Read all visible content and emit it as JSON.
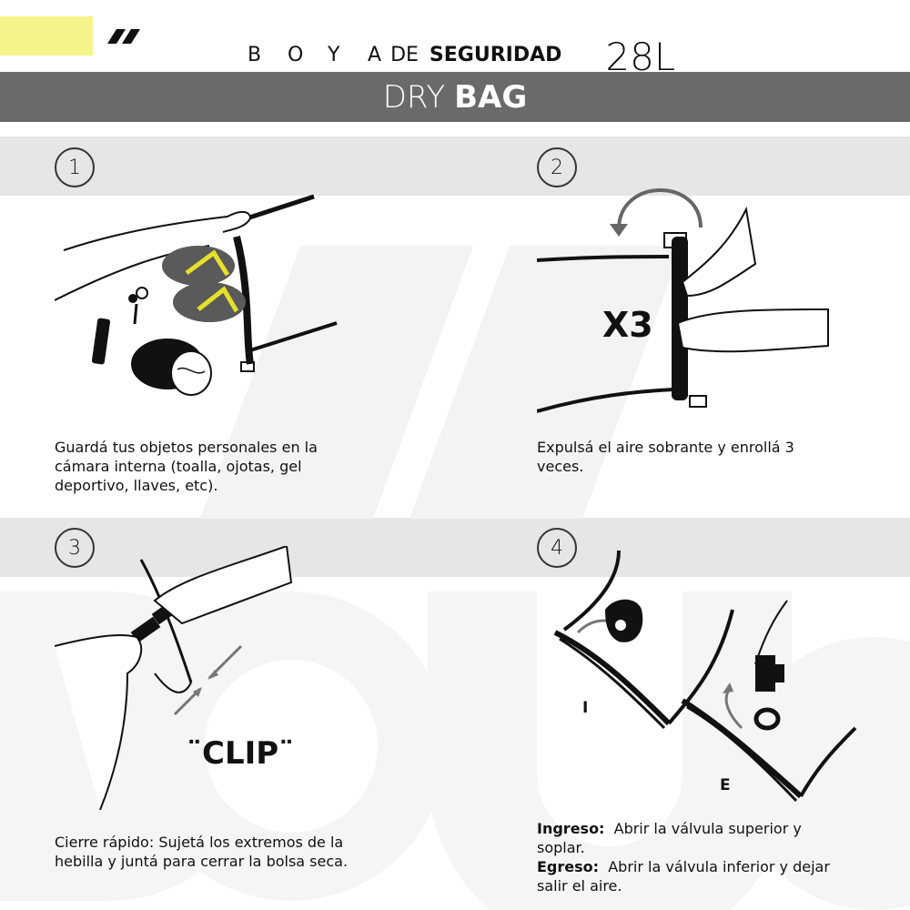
{
  "header": {
    "title_letters": [
      "B",
      "O",
      "Y",
      "A"
    ],
    "title_de": "DE",
    "title_strong": "SEGURIDAD",
    "title_size": "28L",
    "accent_color": "#f4f48a"
  },
  "banner": {
    "light": "DRY",
    "bold": "BAG",
    "background": "#6a6a6a"
  },
  "steps": [
    {
      "number": "1",
      "caption": "Guardá tus objetos personales en la cámara interna (toalla, ojotas, gel deportivo, llaves, etc)."
    },
    {
      "number": "2",
      "overlay": "X3",
      "caption": "Expulsá el aire sobrante y enrollá 3 veces."
    },
    {
      "number": "3",
      "overlay": "¨CLIP¨",
      "caption": "Cierre rápido:  Sujetá los extremos de la hebilla y juntá para cerrar la bolsa seca."
    },
    {
      "number": "4",
      "label_in": "I",
      "label_out": "E",
      "ingreso_label": "Ingreso:",
      "ingreso_text": "Abrir la válvula superior y soplar.",
      "egreso_label": "Egreso:",
      "egreso_text": "Abrir la válvula inferior y dejar salir el aire."
    }
  ]
}
